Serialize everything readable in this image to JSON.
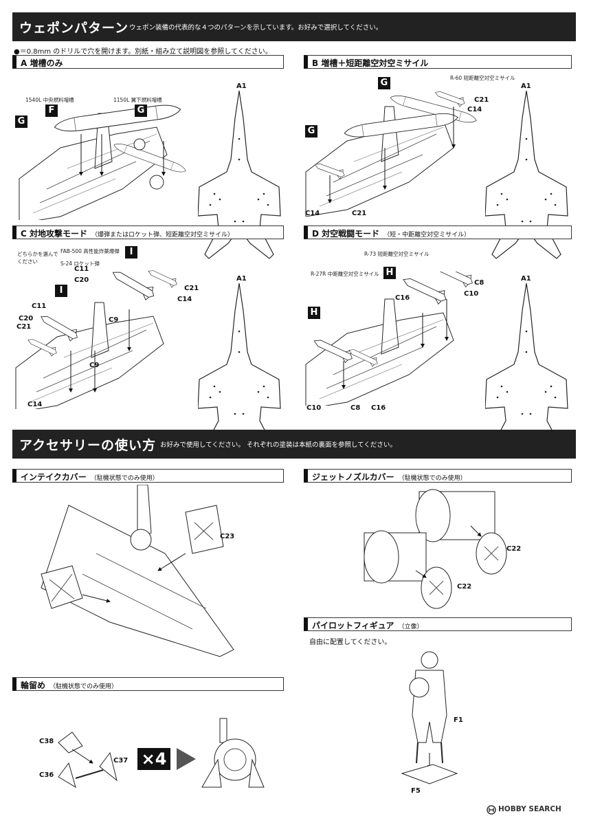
{
  "weapon_banner": {
    "title": "ウェポンパターン",
    "description": "ウェポン装備の代表的な４つのパターンを示しています。お好みで選択してください。"
  },
  "drill_note": "●＝0.8mm のドリルで穴を開けます。別紙・組み立て説明図を参照してください。",
  "section_a": {
    "title": "A 増槽のみ",
    "labels": {
      "center_tank": "1540L 中央燃料増槽",
      "wing_tank": "1150L 翼下燃料増槽",
      "a1": "A1"
    },
    "tags": {
      "f": "F",
      "g1": "G",
      "g2": "G"
    }
  },
  "section_b": {
    "title": "B 増槽＋短距離空対空ミサイル",
    "labels": {
      "r60": "R-60 短距離空対空ミサイル",
      "c21a": "C21",
      "c14a": "C14",
      "c14b": "C14",
      "c21b": "C21",
      "a1": "A1"
    },
    "tags": {
      "g1": "G",
      "g2": "G"
    }
  },
  "section_c": {
    "title": "C 対地攻撃モード",
    "subtitle": "（爆弾またはロケット弾、短距離空対空ミサイル）",
    "choose_note": "どちらかを選んでください",
    "fab": "FAB-500 高性能炸薬爆弾",
    "s24": "S-24 ロケット弾",
    "labels": {
      "c11a": "C11",
      "c20a": "C20",
      "c9a": "C9",
      "c21a": "C21",
      "c14a": "C14",
      "c11b": "C11",
      "c20b": "C20",
      "c21b": "C21",
      "c9b": "C9",
      "c14b": "C14",
      "a1": "A1"
    },
    "tags": {
      "i1": "I",
      "i2": "I"
    }
  },
  "section_d": {
    "title": "D 対空戦闘モード",
    "subtitle": "（短・中距離空対空ミサイル）",
    "r73": "R-73 短距離空対空ミサイル",
    "r27": "R-27R 中距離空対空ミサイル",
    "labels": {
      "c8a": "C8",
      "c10a": "C10",
      "c16a": "C16",
      "c10b": "C10",
      "c8b": "C8",
      "c16b": "C16",
      "a1": "A1"
    },
    "tags": {
      "h1": "H",
      "h2": "H"
    }
  },
  "accessory_banner": {
    "title": "アクセサリーの使い方",
    "description": "お好みで使用してください。 それぞれの塗装は本紙の裏面を参照してください。"
  },
  "intake_cover": {
    "title": "インテイクカバー",
    "subtitle": "（駐機状態でのみ使用）",
    "part": "C23"
  },
  "nozzle_cover": {
    "title": "ジェットノズルカバー",
    "subtitle": "（駐機状態でのみ使用）",
    "part_a": "C22",
    "part_b": "C22"
  },
  "pilot_figure": {
    "title": "パイロットフィギュア",
    "subtitle": "（立像）",
    "note": "自由に配置してください。",
    "part_figure": "F1",
    "part_base": "F5"
  },
  "wheel_chock": {
    "title": "輪留め",
    "subtitle": "（駐機状態でのみ使用）",
    "parts": {
      "c38": "C38",
      "c37": "C37",
      "c36": "C36"
    },
    "multiplier": "×4"
  },
  "watermark": "HOBBY SEARCH"
}
